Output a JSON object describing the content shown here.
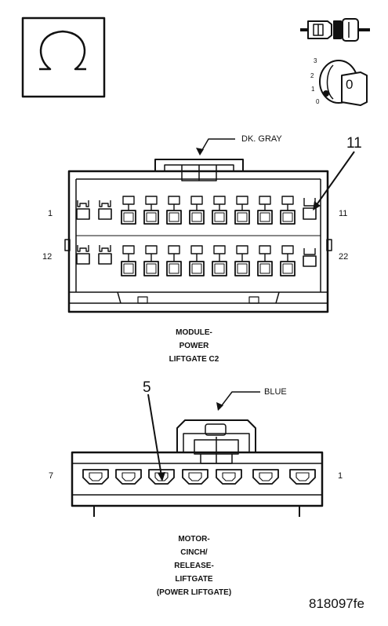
{
  "symbol": {
    "icon": "ohm-resistance-symbol"
  },
  "ignition": {
    "icon": "ignition-key-icon",
    "positions": [
      "3",
      "2",
      "1",
      "0"
    ],
    "key_label": "0"
  },
  "connector_c2": {
    "color_label": "DK. GRAY",
    "callout_pin": "11",
    "pin_labels": {
      "top_left": "1",
      "top_right": "11",
      "bottom_left": "12",
      "bottom_right": "22"
    },
    "title_lines": [
      "MODULE-",
      "POWER",
      "LIFTGATE C2"
    ]
  },
  "connector_motor": {
    "color_label": "BLUE",
    "callout_pin": "5",
    "pin_labels": {
      "left": "7",
      "right": "1"
    },
    "title_lines": [
      "MOTOR-",
      "CINCH/",
      "RELEASE-",
      "LIFTGATE",
      "(POWER LIFTGATE)"
    ]
  },
  "figure_code": "818097fe"
}
